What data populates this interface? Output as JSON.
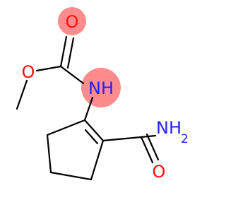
{
  "colors": {
    "oxygen": "#ff0d0d",
    "nitrogen": "#2222ee",
    "carbon_bond": "#000000",
    "highlight": "#ff8c8c"
  },
  "highlighted_atoms": [
    "carbonyl-oxygen-top",
    "amide-nh"
  ],
  "atoms": {
    "o_top": {
      "label": "O"
    },
    "o_left": {
      "label": "O"
    },
    "nh": {
      "label": "NH"
    },
    "nh2_main": {
      "label": "NH"
    },
    "nh2_sub": {
      "label": "2"
    },
    "o_bottom": {
      "label": "O"
    }
  }
}
